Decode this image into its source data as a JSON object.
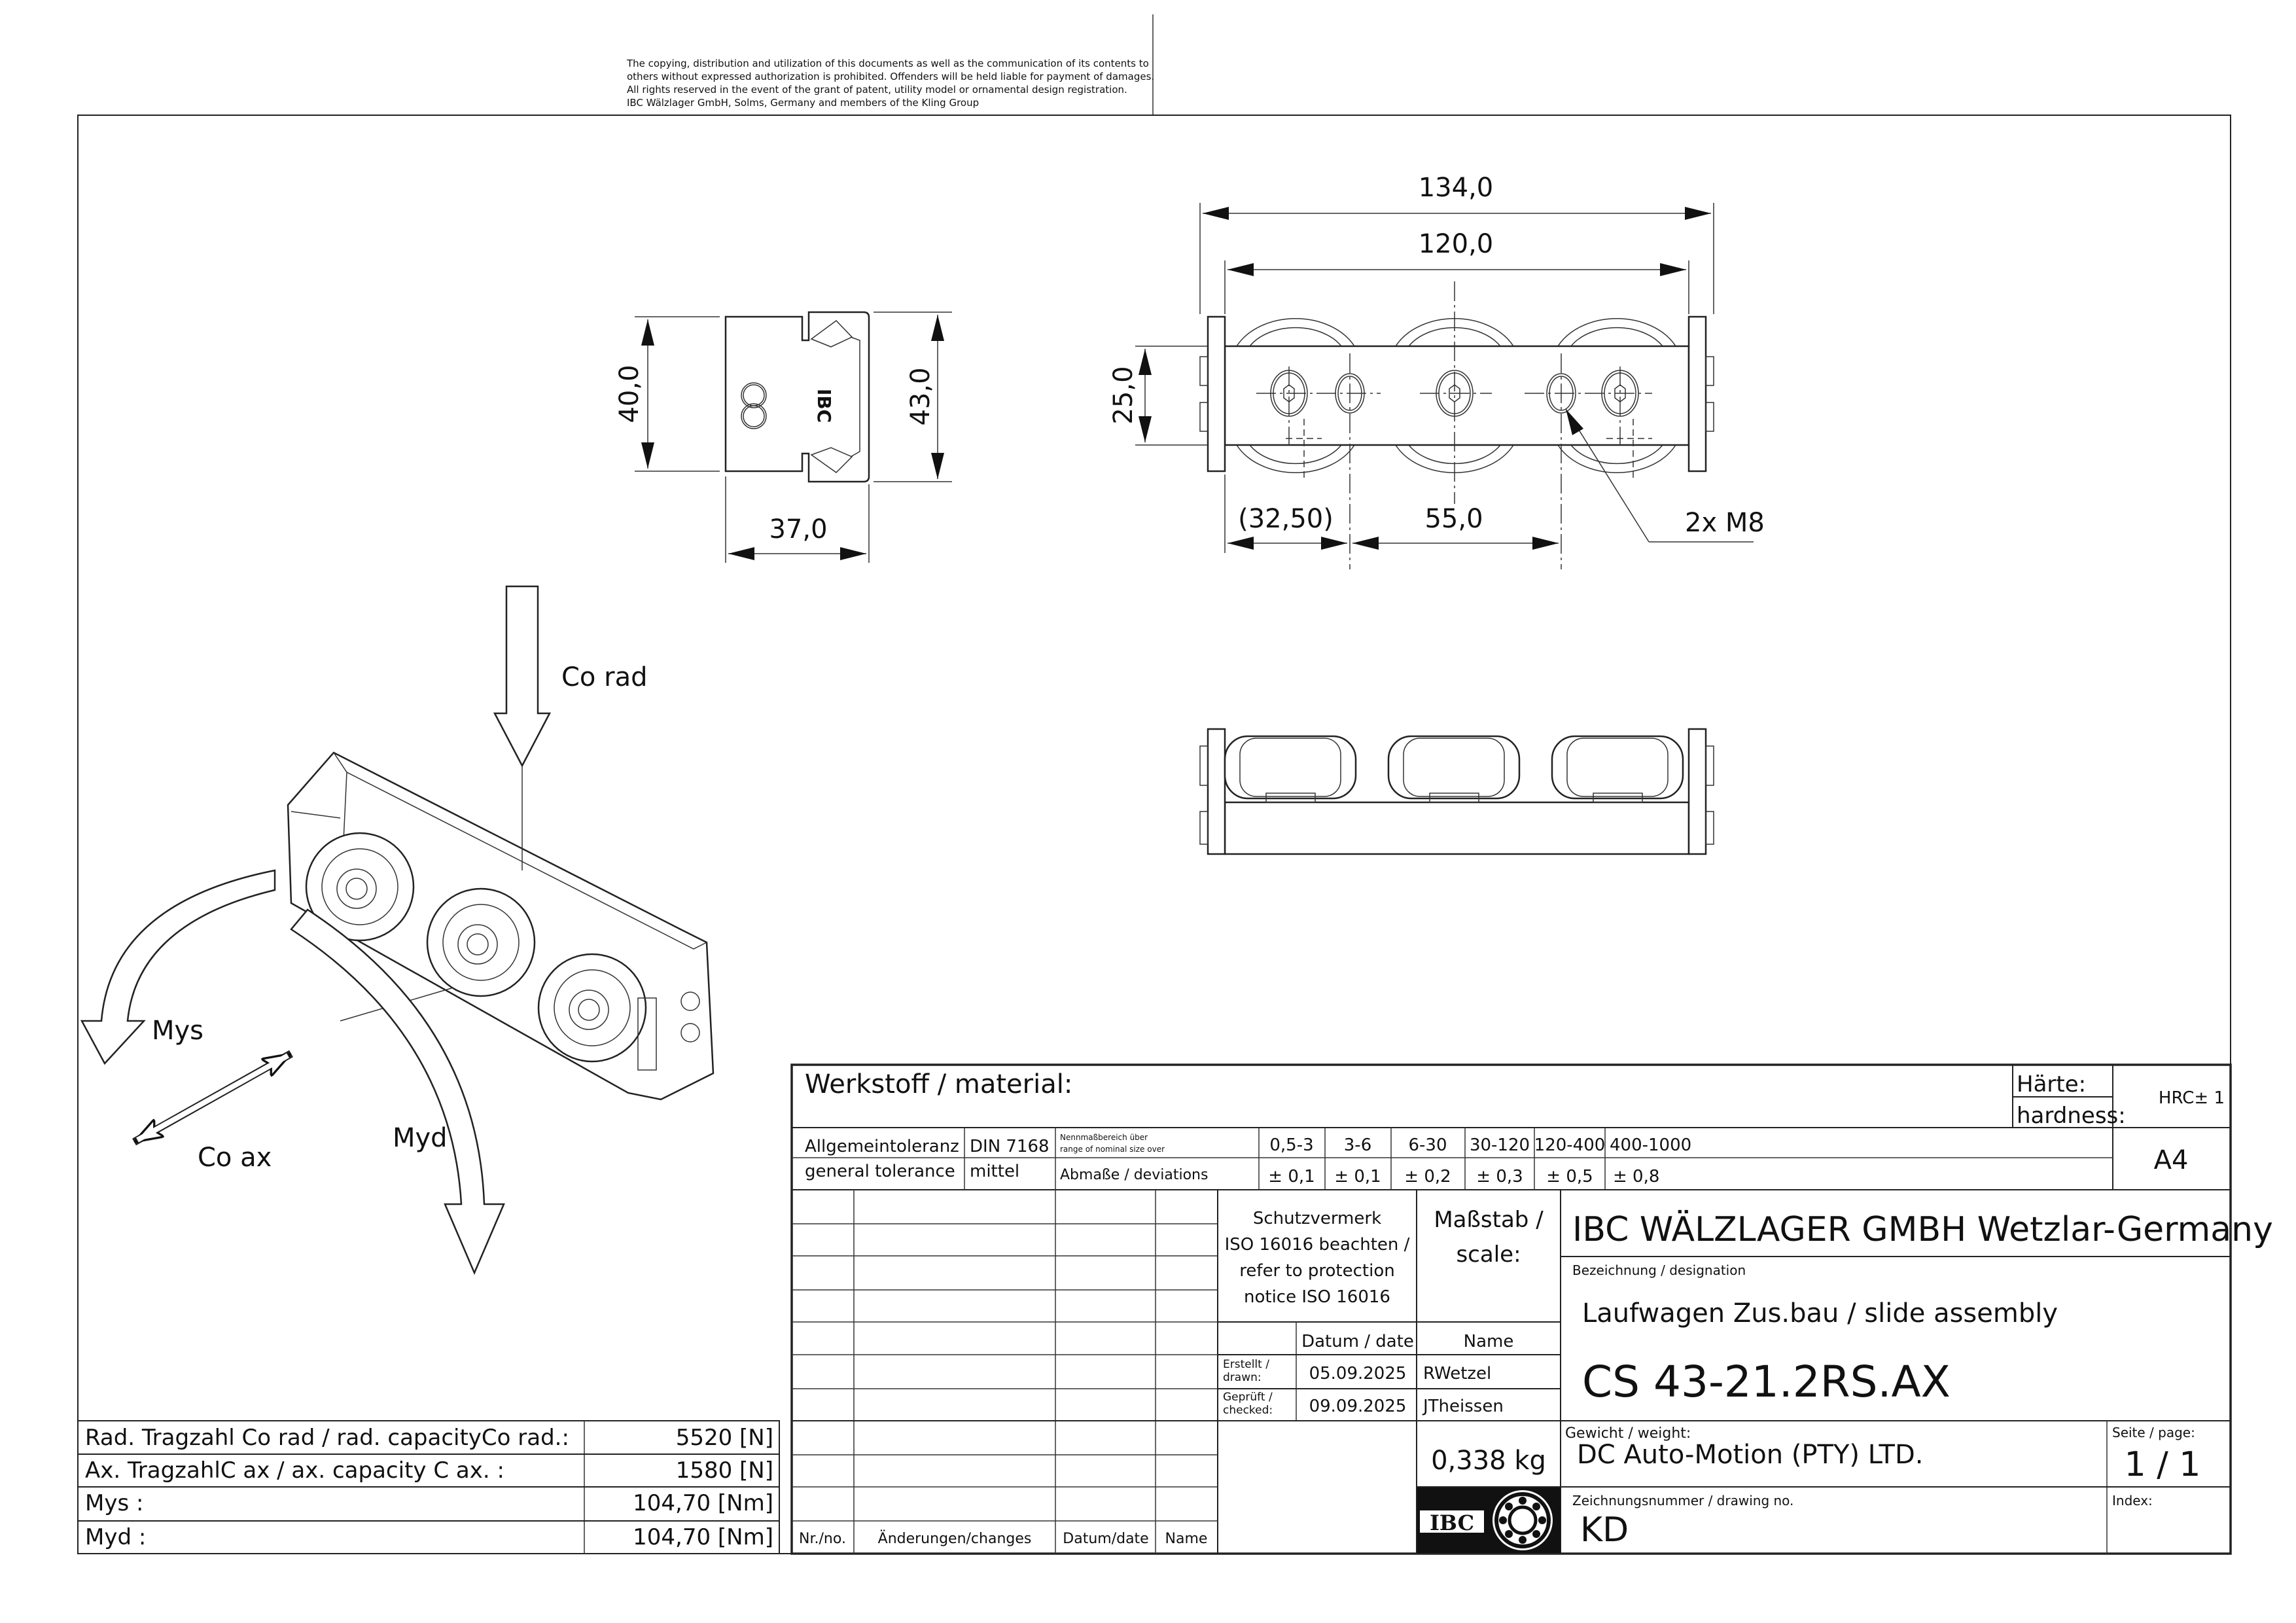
{
  "copyright": {
    "lines": [
      "The copying, distribution and utilization of this documents as well as the communication of its contents to",
      "others without expressed authorization is prohibited. Offenders will be held liable for payment of damages.",
      "All rights reserved in the event of the grant of patent, utility model or ornamental design registration.",
      "IBC Wälzlager GmbH, Solms, Germany and members of the Kling Group"
    ]
  },
  "drawing": {
    "end_view": {
      "height_left": "40,0",
      "height_right": "43,0",
      "width": "37,0",
      "logo": "IBC"
    },
    "top_view": {
      "overall_length": "134,0",
      "plate_length": "120,0",
      "height": "25,0",
      "offset": "(32,50)",
      "pitch": "55,0",
      "thread_callout": "2x M8"
    },
    "iso_view": {
      "load_co_rad": "Co rad",
      "moment_mys": "Mys",
      "load_co_ax": "Co ax",
      "moment_myd": "Myd"
    }
  },
  "capacity_table": {
    "rows": [
      {
        "label": "Rad. Tragzahl Co rad / rad. capacityCo rad.:",
        "value": "5520  [N]"
      },
      {
        "label": "Ax. TragzahlC ax / ax. capacity C ax. :",
        "value": "1580  [N]"
      },
      {
        "label": "Mys :",
        "value": "104,70 [Nm]"
      },
      {
        "label": "Myd :",
        "value": "104,70 [Nm]"
      }
    ]
  },
  "title_block": {
    "material_label": "Werkstoff / material:",
    "material_value": "",
    "hardness_label_de": "Härte:",
    "hardness_label_en": "hardness:",
    "hardness_value": "HRC± 1",
    "tolerance": {
      "label_de": "Allgemeintoleranz",
      "label_en": "general tolerance",
      "standard": "DIN 7168",
      "class": "mittel",
      "range_label_de": "Nennmaßbereich        über",
      "range_label_en": "range of nominal size over",
      "deviation_label": "Abmaße / deviations",
      "ranges": [
        "0,5-3",
        "3-6",
        "6-30",
        "30-120",
        "120-400",
        "400-1000"
      ],
      "deviations": [
        "± 0,1",
        "± 0,1",
        "± 0,2",
        "± 0,3",
        "± 0,5",
        "± 0,8"
      ]
    },
    "paper_size": "A4",
    "protection": [
      "Schutzvermerk",
      "ISO 16016 beachten /",
      "refer to protection",
      "notice ISO 16016"
    ],
    "scale_label": [
      "Maßstab /",
      "scale:"
    ],
    "scale_value": "",
    "company": "IBC WÄLZLAGER GMBH Wetzlar-Germany",
    "designation_label": "Bezeichnung / designation",
    "designation": "Laufwagen Zus.bau / slide assembly",
    "part_number": "CS 43-21.2RS.AX",
    "date_header": "Datum / date",
    "name_header": "Name",
    "drawn_label": [
      "Erstellt /",
      "drawn:"
    ],
    "drawn_date": "05.09.2025",
    "drawn_name": "RWetzel",
    "checked_label": [
      "Geprüft /",
      "checked:"
    ],
    "checked_date": "09.09.2025",
    "checked_name": "JTheissen",
    "weight_label": "Gewicht / weight:",
    "weight_value": "0,338 kg",
    "customer": "DC Auto-Motion (PTY) LTD.",
    "page_label": "Seite / page:",
    "page_value": "1 / 1",
    "drawing_no_label": "Zeichnungsnummer / drawing no.",
    "drawing_no": "KD",
    "index_label": "Index:",
    "index_value": "",
    "logo_text": "IBC",
    "revision_headers": [
      "Nr./no.",
      "Änderungen/changes",
      "Datum/date",
      "Name"
    ]
  }
}
